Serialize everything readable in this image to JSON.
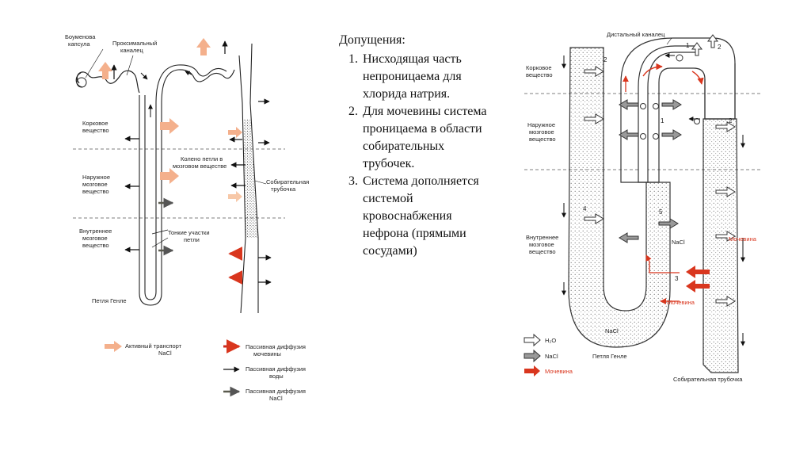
{
  "left_diagram": {
    "bowman_capsule": "Боуменова\nкапсула",
    "proximal_tubule": "Проксимальный\nканалец",
    "cortex": "Корковое\nвещество",
    "outer_medulla": "Наружное\nмозговое\nвещество",
    "inner_medulla": "Внутреннее\nмозговое\nвещество",
    "loop_knee": "Колено петли в\nмозговом веществе",
    "collecting_duct": "Собирательная\nтрубочка",
    "thin_segments": "Тонкие участки\nпетли",
    "loop_of_henle": "Петля Генле",
    "legend": {
      "active_transport": "Активный транспорт\nNaCl",
      "passive_urea": "Пассивная диффузия\nмочевины",
      "passive_water": "Пассивная диффузия\nводы",
      "passive_nacl": "Пассивная диффузия\nNaCl"
    },
    "colors": {
      "active": "#f4b08c",
      "urea": "#cc2b1f",
      "water": "#111111",
      "nacl": "#5a5a4e"
    }
  },
  "assumptions": {
    "title": "Допущения:",
    "items": [
      "Нисходящая часть непроницаема для хлорида натрия.",
      "Для мочевины система проницаема в области собирательных трубочек.",
      "Система дополняется системой кровоснабжения нефрона (прямыми сосудами)"
    ]
  },
  "right_diagram": {
    "distal_tubule": "Дистальный каналец",
    "cortex": "Корковое\nвещество",
    "outer_medulla": "Наружное\nмозговое\nвещество",
    "inner_medulla": "Внутреннее\nмозговое\nвещество",
    "nacl_inside": "NaCl",
    "nacl_medulla": "NaCl",
    "urea_top": "Мочевина",
    "urea_bottom": "Мочевина",
    "loop_of_henle": "Петля Генле",
    "collecting_duct": "Собирательная трубочка",
    "numbers": [
      "1",
      "2",
      "2",
      "1",
      "2",
      "4",
      "5",
      "3"
    ],
    "legend": {
      "water": "H₂O",
      "nacl": "NaCl",
      "urea": "Мочевина"
    },
    "colors": {
      "urea": "#d9361e"
    }
  }
}
